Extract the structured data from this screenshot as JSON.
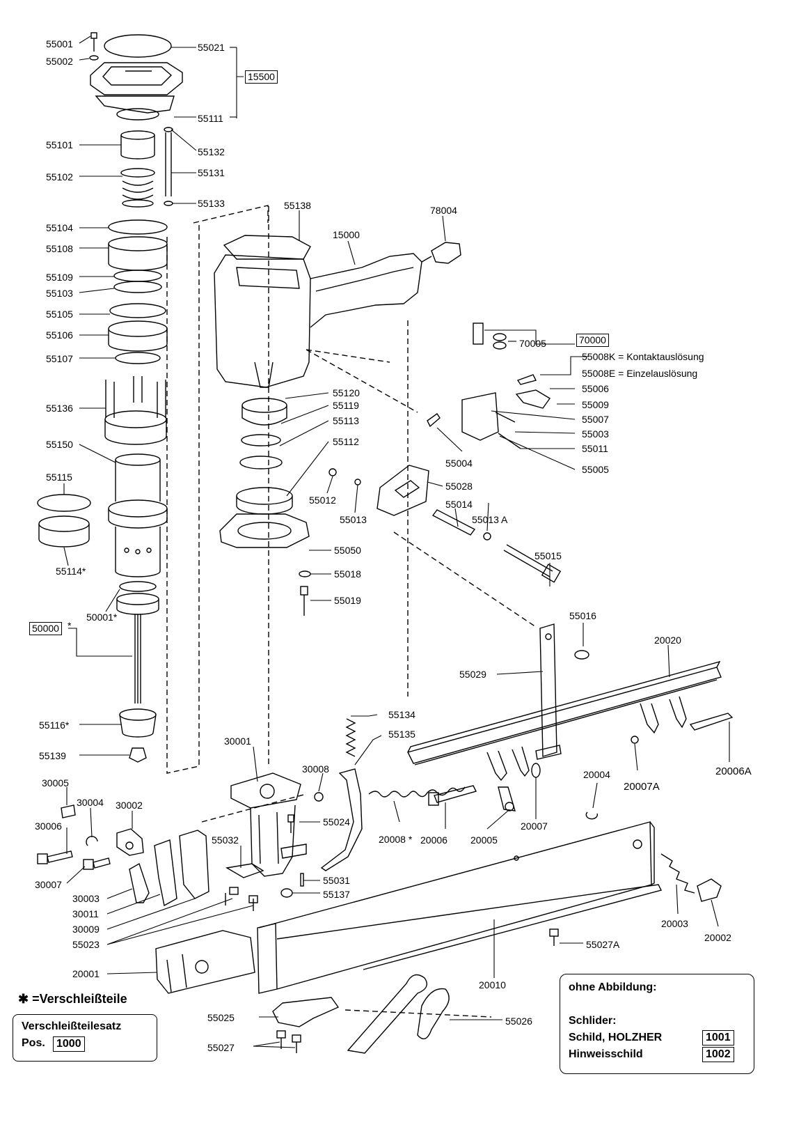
{
  "labels": {
    "l55001": "55001",
    "l55002": "55002",
    "l55021": "55021",
    "l15500": "15500",
    "l55111": "55111",
    "l55101": "55101",
    "l55132": "55132",
    "l55102": "55102",
    "l55131": "55131",
    "l55133": "55133",
    "l55104": "55104",
    "l55108": "55108",
    "l55109": "55109",
    "l55103": "55103",
    "l55105": "55105",
    "l55106": "55106",
    "l55107": "55107",
    "l55136": "55136",
    "l55150": "55150",
    "l55115": "55115",
    "l55114": "55114*",
    "l50001": "50001*",
    "l50000": "50000",
    "l50000star": "*",
    "l55116": "55116*",
    "l55139": "55139",
    "l55138": "55138",
    "l15000": "15000",
    "l78004": "78004",
    "l70005": "70005",
    "l70000": "70000",
    "l55008K": "55008K = Kontaktauslösung",
    "l55008E": "55008E = Einzelauslösung",
    "l55006": "55006",
    "l55009": "55009",
    "l55007": "55007",
    "l55003": "55003",
    "l55011": "55011",
    "l55004": "55004",
    "l55005": "55005",
    "l55120": "55120",
    "l55119": "55119",
    "l55113": "55113",
    "l55112": "55112",
    "l55012": "55012",
    "l55013": "55013",
    "l55028": "55028",
    "l55014": "55014",
    "l55013A": "55013 A",
    "l55050": "55050",
    "l55018": "55018",
    "l55019": "55019",
    "l55015": "55015",
    "l55016": "55016",
    "l20020": "20020",
    "l55029": "55029",
    "l55134": "55134",
    "l55135": "55135",
    "l30001": "30001",
    "l30008": "30008",
    "l30005": "30005",
    "l30004": "30004",
    "l30002": "30002",
    "l30006": "30006",
    "l30007": "30007",
    "l30003": "30003",
    "l30011": "30011",
    "l30009": "30009",
    "l55023": "55023",
    "l55024": "55024",
    "l55032": "55032",
    "l55031": "55031",
    "l55137": "55137",
    "l20008": "20008 *",
    "l20006": "20006",
    "l20005": "20005",
    "l20007": "20007",
    "l20004": "20004",
    "l20007A": "20007A",
    "l20006A": "20006A",
    "l20003": "20003",
    "l20002": "20002",
    "l55027A": "55027A",
    "l20001": "20001",
    "l20010": "20010",
    "l55025": "55025",
    "l55026": "55026",
    "l55027": "55027"
  },
  "legend": {
    "star": "✱ =Verschleißteile",
    "kit_title": "Verschleißteilesatz",
    "kit_pos_label": "Pos.",
    "kit_pos_number": "1000"
  },
  "info": {
    "heading": "ohne Abbildung:",
    "row1": "Schlider:",
    "row2": "Schild, HOLZHER",
    "row2_num": "1001",
    "row3": "Hinweisschild",
    "row3_num": "1002"
  }
}
